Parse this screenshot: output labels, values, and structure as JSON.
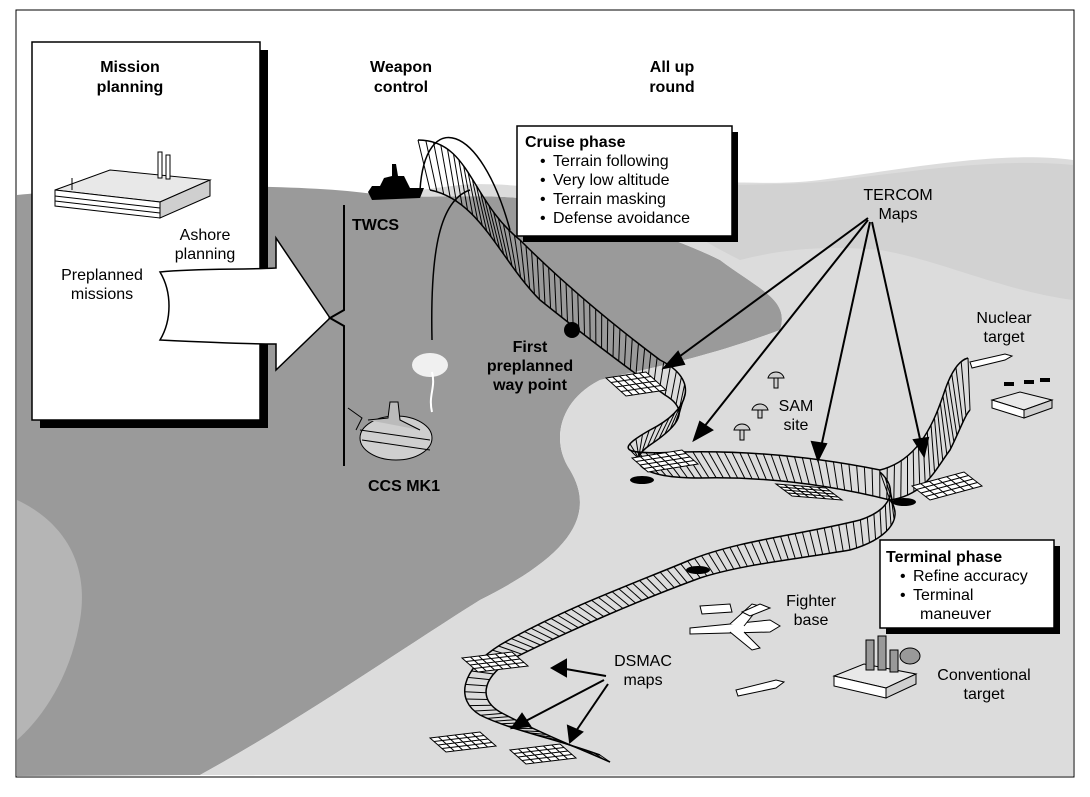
{
  "headers": {
    "mission_planning": [
      "Mission",
      "planning"
    ],
    "weapon_control": [
      "Weapon",
      "control"
    ],
    "all_up_round": [
      "All up",
      "round"
    ]
  },
  "labels": {
    "ashore_planning": [
      "Ashore",
      "planning"
    ],
    "preplanned_missions": [
      "Preplanned",
      "missions"
    ],
    "twcs": "TWCS",
    "ccs_mk1": "CCS MK1",
    "first_waypoint": [
      "First",
      "preplanned",
      "way point"
    ],
    "tercom_maps": [
      "TERCOM",
      "Maps"
    ],
    "nuclear_target": [
      "Nuclear",
      "target"
    ],
    "sam_site": [
      "SAM",
      "site"
    ],
    "fighter_base": [
      "Fighter",
      "base"
    ],
    "conventional_target": [
      "Conventional",
      "target"
    ],
    "dsmac_maps": [
      "DSMAC",
      "maps"
    ]
  },
  "cruise_phase": {
    "title": "Cruise phase",
    "items": [
      "Terrain following",
      "Very low altitude",
      "Terrain masking",
      "Defense avoidance"
    ]
  },
  "terminal_phase": {
    "title": "Terminal phase",
    "items": [
      "Refine accuracy",
      "Terminal",
      "maneuver"
    ]
  },
  "colors": {
    "sea": "#9a9a9a",
    "land": "#dcdcdc",
    "land_dark": "#c8c8c8"
  }
}
